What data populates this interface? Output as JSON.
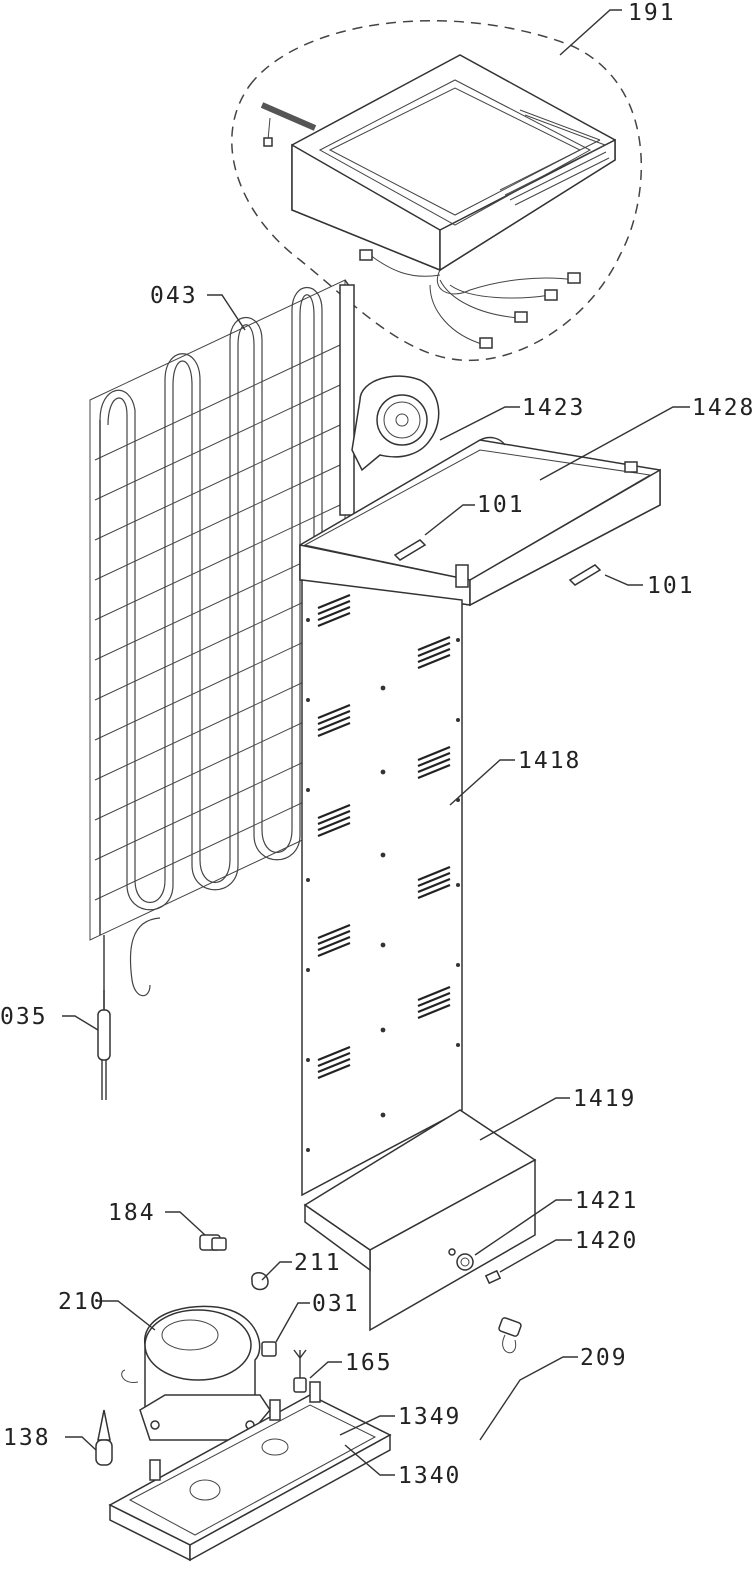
{
  "callouts": [
    {
      "id": "c191",
      "text": "191"
    },
    {
      "id": "c043",
      "text": "043"
    },
    {
      "id": "c1423",
      "text": "1423"
    },
    {
      "id": "c1428",
      "text": "1428"
    },
    {
      "id": "c101a",
      "text": "101"
    },
    {
      "id": "c101b",
      "text": "101"
    },
    {
      "id": "c1418",
      "text": "1418"
    },
    {
      "id": "c035",
      "text": "035"
    },
    {
      "id": "c1419",
      "text": "1419"
    },
    {
      "id": "c184",
      "text": "184"
    },
    {
      "id": "c1421",
      "text": "1421"
    },
    {
      "id": "c1420",
      "text": "1420"
    },
    {
      "id": "c211",
      "text": "211"
    },
    {
      "id": "c210",
      "text": "210"
    },
    {
      "id": "c031",
      "text": "031"
    },
    {
      "id": "c165",
      "text": "165"
    },
    {
      "id": "c209",
      "text": "209"
    },
    {
      "id": "c1349",
      "text": "1349"
    },
    {
      "id": "c138",
      "text": "138"
    },
    {
      "id": "c1340",
      "text": "1340"
    }
  ]
}
